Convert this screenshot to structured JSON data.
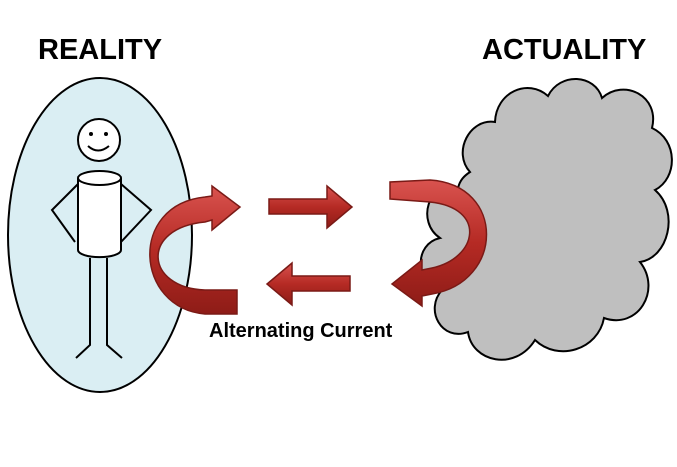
{
  "diagram": {
    "left_title": "REALITY",
    "right_title": "ACTUALITY",
    "caption": "Alternating Current",
    "colors": {
      "oval_fill": "#daeef3",
      "cloud_fill": "#bfbfbf",
      "arrow_fill": "#c0392b",
      "outline": "#000000"
    },
    "icons": [
      "stick-figure-icon",
      "cloud-icon",
      "arrow-right-icon",
      "arrow-left-icon",
      "curved-arrow-icon"
    ]
  }
}
